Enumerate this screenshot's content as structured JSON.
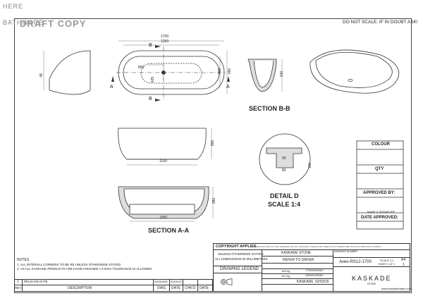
{
  "watermark": {
    "brand_line1": "HERE",
    "brand_line2": "BATHWARE",
    "draft": "DRAFT COPY"
  },
  "header_note": "DO NOT SCALE. IF IN DOUBT ASK!",
  "dims": {
    "top_length": "1700",
    "top_inner": "1250",
    "inner_radius": "850",
    "inner_offset": "425",
    "side_height": "650",
    "side_inner": "400",
    "end_height": "48",
    "section_b_height": "430",
    "front_height": "500",
    "front_base": "1100",
    "section_a_height": "350",
    "section_a_base": "1050",
    "detail_d_w": "90",
    "detail_d_base": "80",
    "detail_d_height": "100"
  },
  "section_markers": {
    "a": "A",
    "b": "B"
  },
  "view_labels": {
    "section_bb": "SECTION B-B",
    "section_aa": "SECTION A-A",
    "detail_d": "DETAIL D",
    "detail_scale": "SCALE 1:4"
  },
  "approval": {
    "colour": "COLOUR",
    "qty": "QTY",
    "approved_by": "APPROVED BY:",
    "name_sig": "NAME & SIGNATURE",
    "date_approved": "DATE APPROVED:"
  },
  "notes": {
    "title": "NOTES",
    "line1": "1. ALL INTERNAL CORNERS TO BE R5 UNLESS OTHERWISE STATED",
    "line2": "2. AS ALL KASKADE PRODUCTS ARE HAND FINISHED A 2-5mm TOLERANCE IS ALLOWED"
  },
  "revision": {
    "row_num": "1",
    "row_text": "RELEASE DATE",
    "row_by": "KASKADE",
    "row_date": "02/03/15",
    "h_rev": "REV",
    "h_desc": "DESCRIPTION",
    "h_dwg": "DWG",
    "h_date": "DATE",
    "h_chkd": "CHK'D",
    "h_date2": "DATE"
  },
  "title_block": {
    "copyright": "COPYRIGHT APPLIES",
    "copyright_fine": "REPRODUCTION OF THIS DRAWING OR ANY PROCESS, DESIGN OR ITEMS IS NOT PERMITTED WITHOUT WRITTEN CONSENT",
    "units_line1": "UNLESS OTHERWISE STATED",
    "units_line2": "ALL DIMENSIONS IN MILLIMETRES",
    "legend": "DRAWING LEGEND",
    "maker": "KASKADE STONE",
    "refer": "REFER TO ORDER",
    "weight1": "196 kg",
    "weight2": "242 kg",
    "barcode1": "1700000000000",
    "barcode2": "1800001000000",
    "drawn_by": "KASKADE",
    "drawn_date": "02/03/15",
    "drawing_number_label": "DRAWING NUMBER",
    "drawing_number": "Aveo-RS12-1700",
    "scale": "SCALE 1:1",
    "sheet": "SHEET 1 OF 1",
    "size": "A4",
    "rev": "1",
    "brand": "KASKADE",
    "brand_sub": "STONE",
    "website": "www.kaskadebaths.com"
  }
}
